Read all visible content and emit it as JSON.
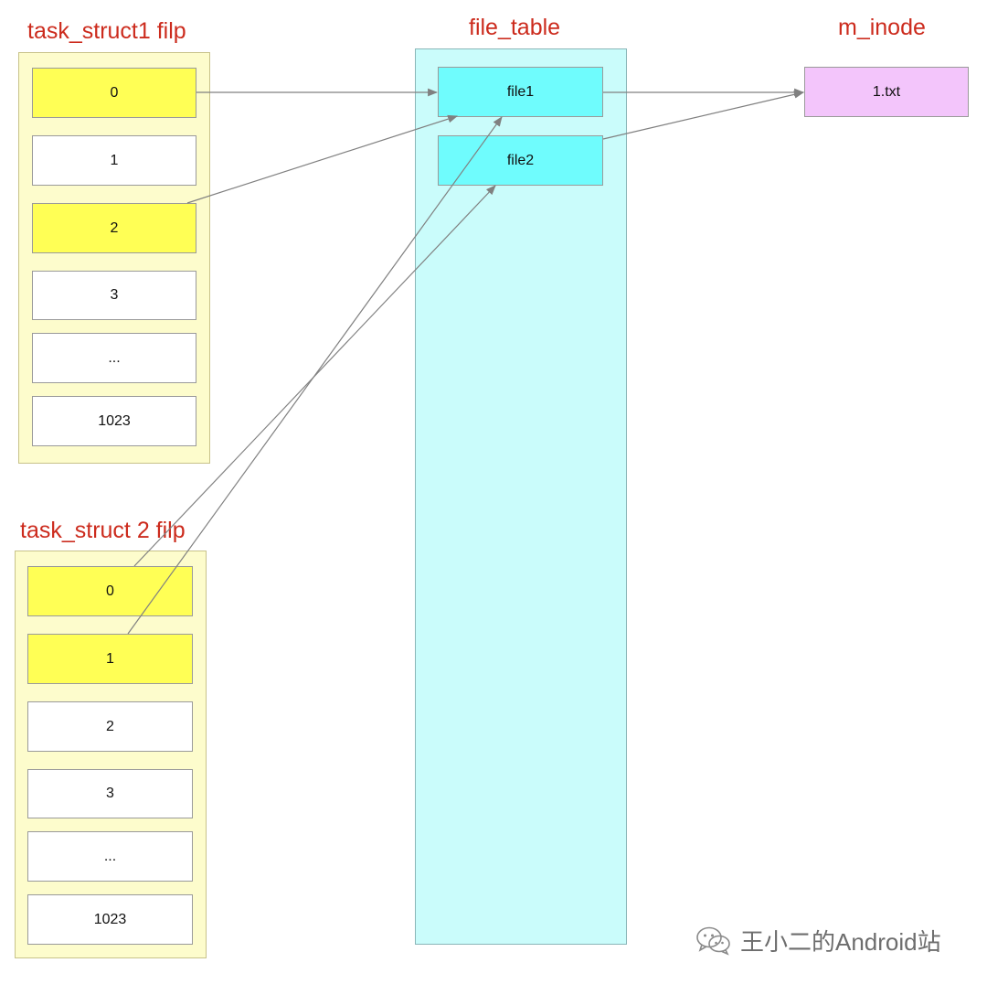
{
  "titles": {
    "task1": "task_struct1 filp",
    "file_table": "file_table",
    "m_inode": "m_inode",
    "task2": "task_struct 2 filp"
  },
  "task1": {
    "cells": [
      "0",
      "1",
      "2",
      "3",
      "...",
      "1023"
    ]
  },
  "task2": {
    "cells": [
      "0",
      "1",
      "2",
      "3",
      "...",
      "1023"
    ]
  },
  "file_table": {
    "files": [
      "file1",
      "file2"
    ]
  },
  "m_inode": {
    "inode": "1.txt"
  },
  "watermark": {
    "text": "王小二的Android站",
    "icon": "wechat-icon"
  },
  "colors": {
    "title": "#cc2b1d",
    "filp_panel": "#fdfccc",
    "highlight_cell": "#ffff55",
    "file_table_panel": "#cafcfb",
    "file_cell": "#6ffcfd",
    "inode_cell": "#f3c5fb",
    "arrow": "#808080"
  }
}
